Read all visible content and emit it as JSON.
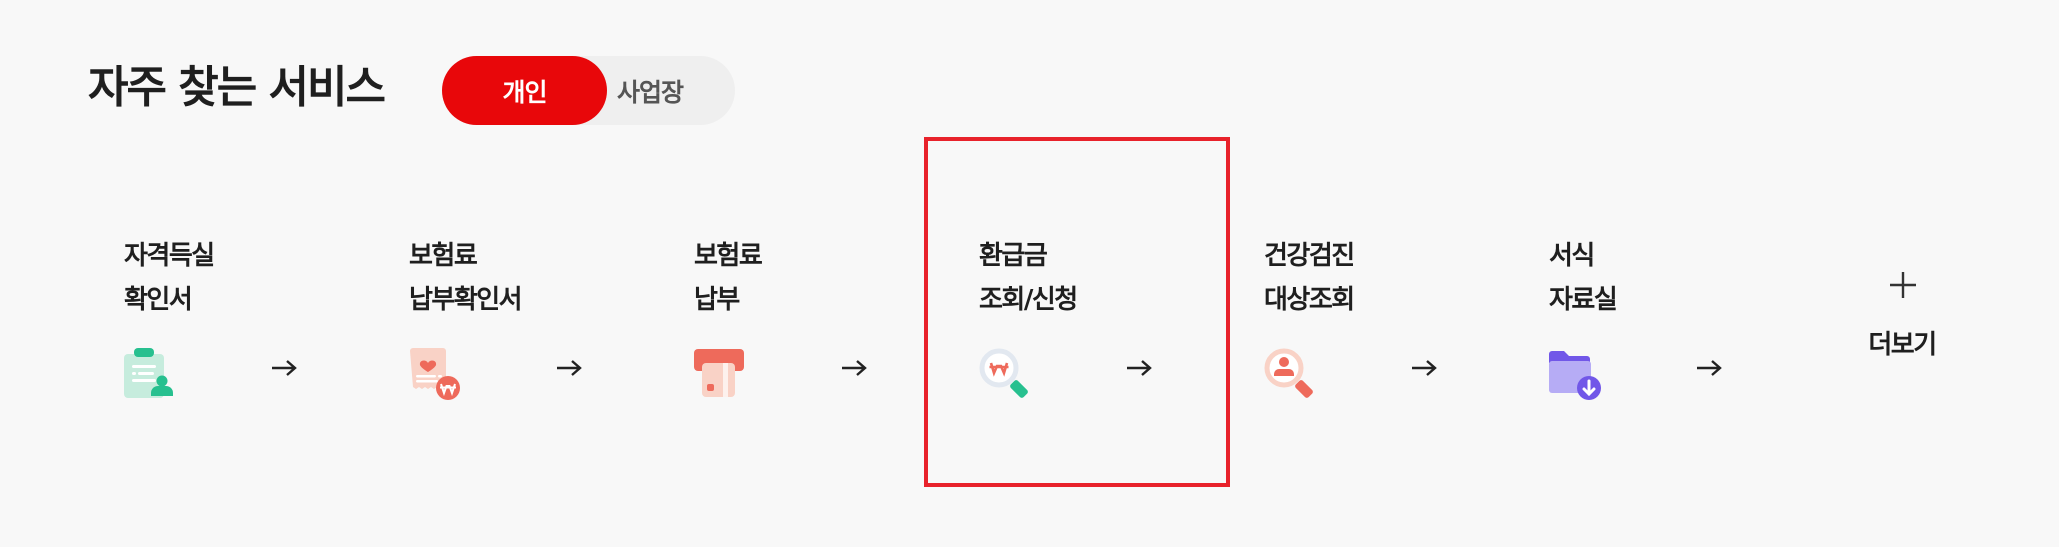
{
  "header": {
    "title": "자주 찾는 서비스",
    "toggle": {
      "options": [
        {
          "label": "개인",
          "active": true
        },
        {
          "label": "사업장",
          "active": false
        }
      ]
    }
  },
  "services": [
    {
      "line1": "자격득실",
      "line2": "확인서",
      "icon": "clipboard-person-icon"
    },
    {
      "line1": "보험료",
      "line2": "납부확인서",
      "icon": "receipt-won-icon"
    },
    {
      "line1": "보험료",
      "line2": "납부",
      "icon": "card-payment-icon"
    },
    {
      "line1": "환급금",
      "line2": "조회/신청",
      "icon": "search-won-icon"
    },
    {
      "line1": "건강검진",
      "line2": "대상조회",
      "icon": "search-person-icon"
    },
    {
      "line1": "서식",
      "line2": "자료실",
      "icon": "folder-download-icon"
    }
  ],
  "more": {
    "label": "더보기",
    "icon": "plus-icon"
  },
  "highlight": {
    "target": "환급금 조회/신청",
    "color": "#e8222b"
  },
  "colors": {
    "accent": "#e8070a",
    "green": "#27c08f",
    "green_light": "#c6ecdd",
    "coral": "#ee6a5b",
    "coral_light": "#f9d2c6",
    "purple": "#7157e8",
    "purple_light": "#b6acf5"
  }
}
